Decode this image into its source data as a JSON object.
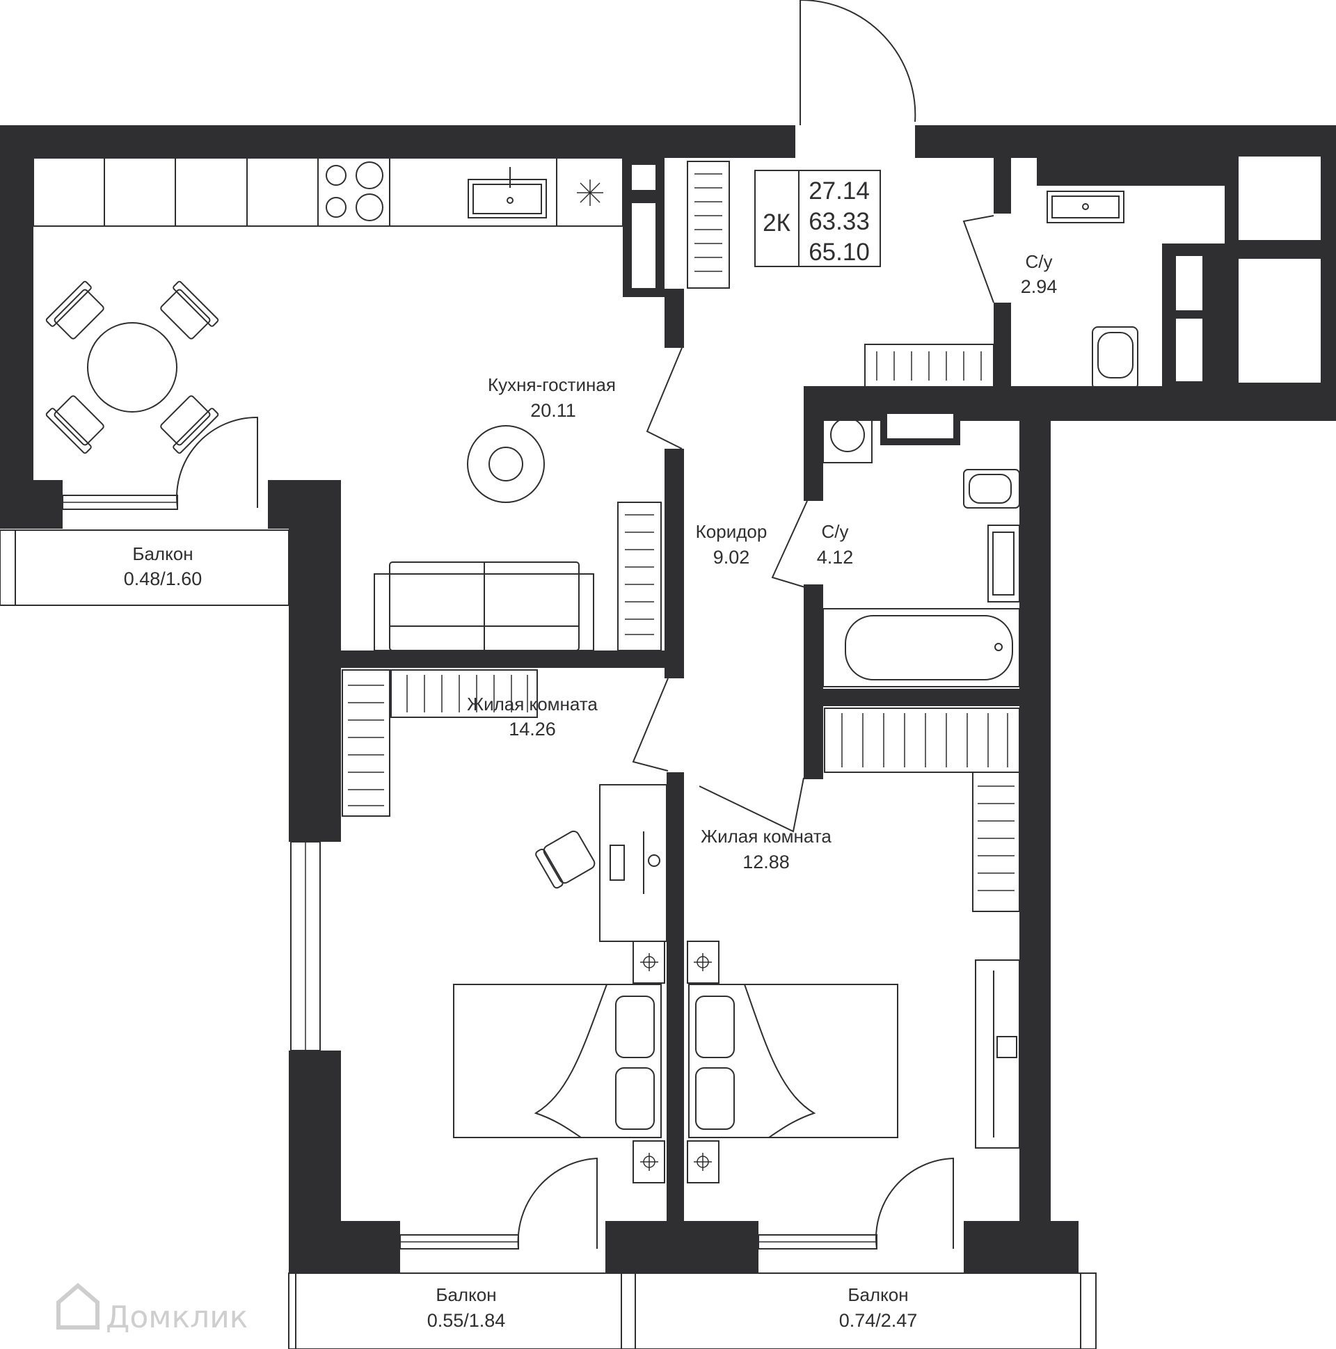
{
  "summary": {
    "type": "2К",
    "living_area": "27.14",
    "total_area": "63.33",
    "total_area_with_balconies": "65.10"
  },
  "rooms": [
    {
      "name": "Кухня-гостиная",
      "area": "20.11"
    },
    {
      "name": "Коридор",
      "area": "9.02"
    },
    {
      "name": "С/у",
      "area": "2.94"
    },
    {
      "name": "С/у",
      "area": "4.12"
    },
    {
      "name": "Жилая комната",
      "area": "14.26"
    },
    {
      "name": "Жилая комната",
      "area": "12.88"
    },
    {
      "name": "Балкон",
      "area": "0.48/1.60"
    },
    {
      "name": "Балкон",
      "area": "0.55/1.84"
    },
    {
      "name": "Балкон",
      "area": "0.74/2.47"
    }
  ],
  "watermark": "Домклик",
  "colors": {
    "wall": "#2f2f31",
    "background": "#ffffff",
    "watermark": "#c9c9c9"
  }
}
